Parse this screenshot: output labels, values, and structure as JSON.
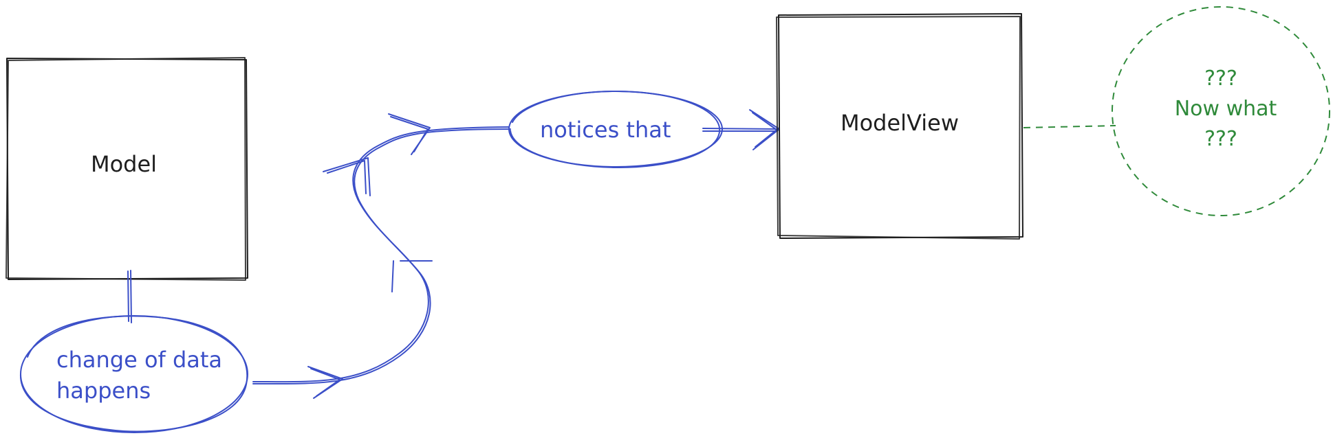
{
  "diagram": {
    "nodes": {
      "model": {
        "label": "Model"
      },
      "change": {
        "label_line1": "change of data",
        "label_line2": "happens"
      },
      "notices": {
        "label": "notices that"
      },
      "modelview": {
        "label": "ModelView"
      },
      "now_what": {
        "label_line1": "???",
        "label_line2": "Now what",
        "label_line3": "???"
      }
    },
    "colors": {
      "ink": "#1e1e1e",
      "blue": "#3b4fc8",
      "green": "#2f8a3a"
    }
  }
}
